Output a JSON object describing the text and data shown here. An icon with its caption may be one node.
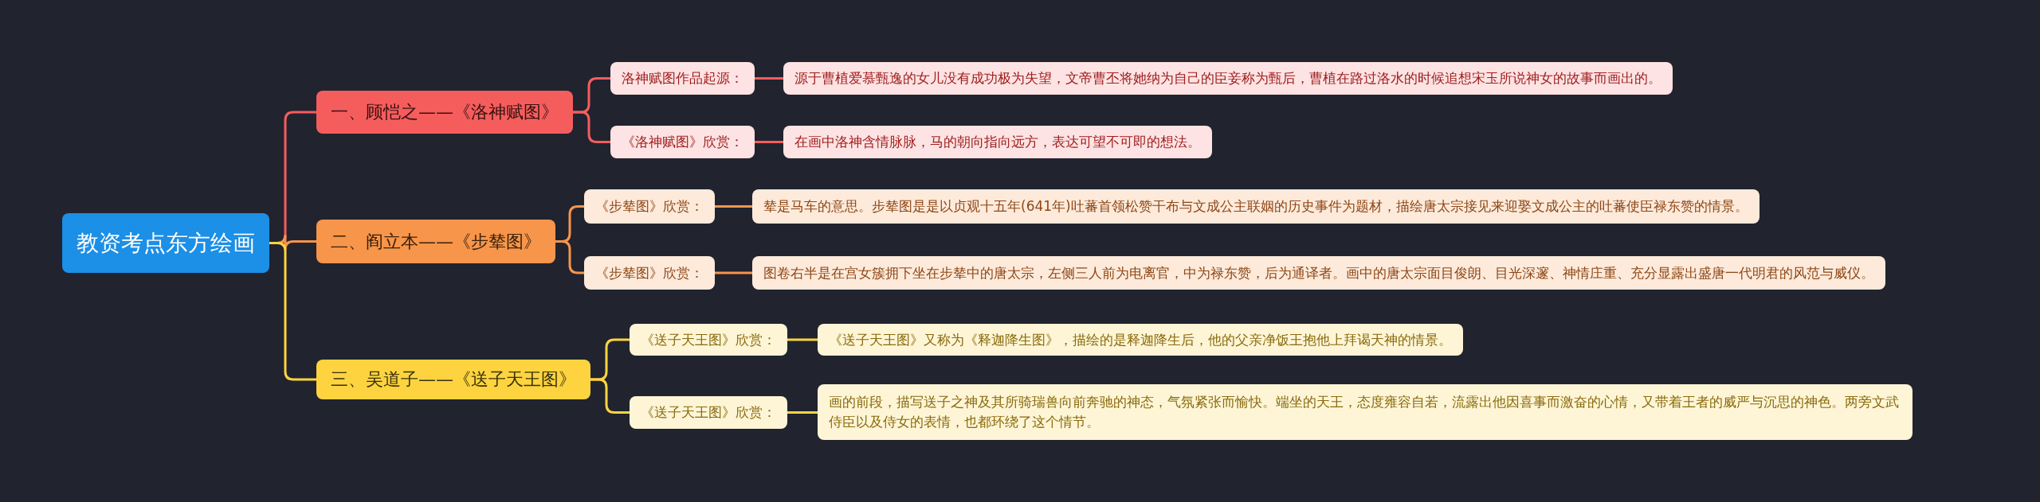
{
  "diagram": {
    "nodes": [
      {
        "text": [
          "教资考点东方绘画"
        ]
      },
      {
        "text": [
          "一、顾恺之——《洛神赋图》"
        ]
      },
      {
        "text": [
          "洛神赋图作品起源："
        ]
      },
      {
        "text": [
          "源于曹植爱慕甄逸的女儿没有成功极为失望，文帝曹丕将她纳为自己的臣妾称为甄后，曹植在路过洛水的时候追想宋玉所说神女的故事而画出的。"
        ]
      },
      {
        "text": [
          "《洛神赋图》欣赏："
        ]
      },
      {
        "text": [
          "在画中洛神含情脉脉，马的朝向指向远方，表达可望不可即的想法。"
        ]
      },
      {
        "text": [
          "二、阎立本——《步辇图》"
        ]
      },
      {
        "text": [
          "《步辇图》欣赏："
        ]
      },
      {
        "text": [
          "辇是马车的意思。步辇图是是以贞观十五年(641年)吐蕃首领松赞干布与文成公主联姻的历史事件为题材，描绘唐太宗接见来迎娶文成公主的吐蕃使臣禄东赞的情景。"
        ]
      },
      {
        "text": [
          "《步辇图》欣赏："
        ]
      },
      {
        "text": [
          "图卷右半是在宫女簇拥下坐在步辇中的唐太宗，左侧三人前为电离官，中为禄东赞，后为通译者。画中的唐太宗面目俊朗、目光深邃、神情庄重、充分显露出盛唐一代明君的风范与威仪。"
        ]
      },
      {
        "text": [
          "三、吴道子——《送子天王图》"
        ]
      },
      {
        "text": [
          "《送子天王图》欣赏："
        ]
      },
      {
        "text": [
          "《送子天王图》又称为《释迦降生图》，描绘的是释迦降生后，他的父亲净饭王抱他上拜谒天神的情景。"
        ]
      },
      {
        "text": [
          "《送子天王图》欣赏："
        ]
      },
      {
        "text": [
          "画的前段，描写送子之神及其所骑瑞兽向前奔驰的神态，气氛紧张而愉快。端坐的天王，态度雍容自若，流露出他因喜事而激奋的心情，又带着王者的威严与沉思的神色。两旁文武侍臣以及侍女的表情，也都环绕了这个情节。"
        ]
      }
    ],
    "edges": [
      {
        "from": 0,
        "to": 1,
        "arrow": "none",
        "color": "#f55d5d"
      },
      {
        "from": 0,
        "to": 6,
        "arrow": "none",
        "color": "#f7954a"
      },
      {
        "from": 0,
        "to": 11,
        "arrow": "none",
        "color": "#fdd43f"
      },
      {
        "from": 1,
        "to": 2,
        "arrow": "none",
        "color": "#f55d5d"
      },
      {
        "from": 1,
        "to": 4,
        "arrow": "none",
        "color": "#f55d5d"
      },
      {
        "from": 2,
        "to": 3,
        "arrow": "none",
        "color": "#f55d5d"
      },
      {
        "from": 4,
        "to": 5,
        "arrow": "none",
        "color": "#f55d5d"
      },
      {
        "from": 6,
        "to": 7,
        "arrow": "none",
        "color": "#f7954a"
      },
      {
        "from": 6,
        "to": 9,
        "arrow": "none",
        "color": "#f7954a"
      },
      {
        "from": 7,
        "to": 8,
        "arrow": "none",
        "color": "#f7954a"
      },
      {
        "from": 9,
        "to": 10,
        "arrow": "none",
        "color": "#f7954a"
      },
      {
        "from": 11,
        "to": 12,
        "arrow": "none",
        "color": "#fdd43f"
      },
      {
        "from": 11,
        "to": 14,
        "arrow": "none",
        "color": "#fdd43f"
      },
      {
        "from": 12,
        "to": 13,
        "arrow": "none",
        "color": "#fdd43f"
      },
      {
        "from": 14,
        "to": 15,
        "arrow": "none",
        "color": "#fdd43f"
      }
    ]
  }
}
